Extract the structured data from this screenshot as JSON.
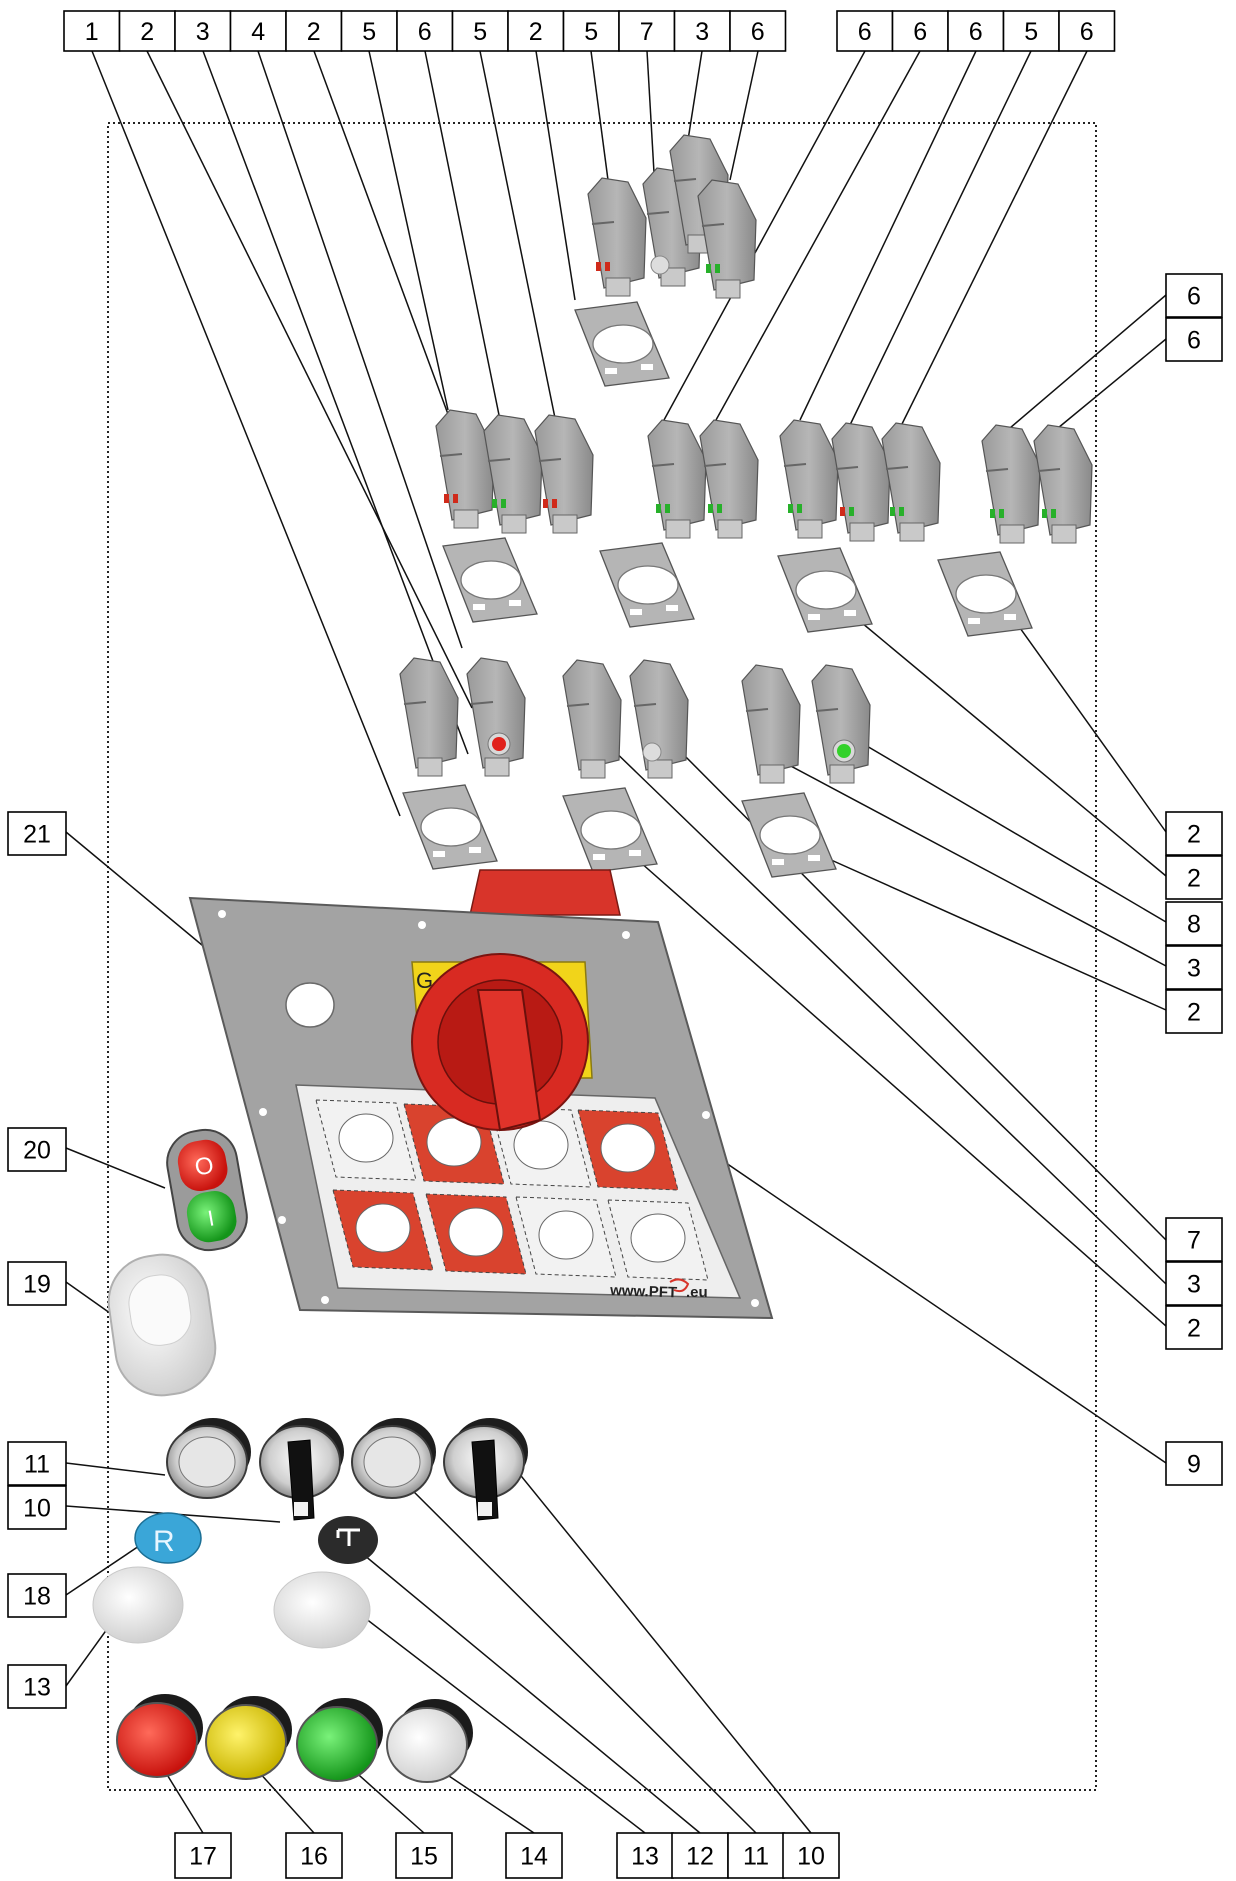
{
  "diagram": {
    "top_left_labels": [
      "1",
      "2",
      "3",
      "4",
      "2",
      "5",
      "6",
      "5",
      "2",
      "5",
      "7",
      "3",
      "6"
    ],
    "top_right_labels": [
      "6",
      "6",
      "6",
      "5",
      "6"
    ],
    "right_labels": [
      "6",
      "6",
      "2",
      "2",
      "8",
      "3",
      "2",
      "7",
      "3",
      "2",
      "9"
    ],
    "left_labels": [
      "21",
      "20",
      "19",
      "11",
      "10",
      "18",
      "13"
    ],
    "bottom_labels": [
      "17",
      "16",
      "15",
      "14",
      "13",
      "12",
      "11",
      "10"
    ],
    "plate_logo_text": "www.PFT",
    "plate_logo_suffix": ".eu",
    "switch_mark": "G",
    "double_button_top": "O",
    "double_button_bottom": "I",
    "reset_cap_letter": "R"
  },
  "colors": {
    "stop_red": "#e8231f",
    "lamp_yellow": "#f2e21c",
    "lamp_green": "#2fbe2f",
    "reset_blue": "#3aa6d8",
    "plate_grey": "#a3a3a3",
    "switch_yellow": "#f1d41a",
    "signal_red": "#d9432e"
  }
}
